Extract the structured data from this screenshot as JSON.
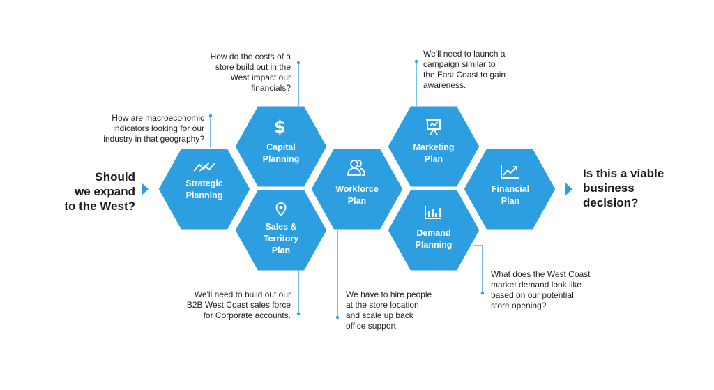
{
  "colors": {
    "hex_fill": "#2d9fe0",
    "accent": "#2d9fe0",
    "text": "#222222"
  },
  "left_question": [
    "Should",
    "we expand",
    "to the West?"
  ],
  "right_question": [
    "Is this a viable",
    "business",
    "decision?"
  ],
  "hexes": {
    "strategic": {
      "lines": [
        "Strategic",
        "Planning"
      ],
      "icon": "trend-icon"
    },
    "capital": {
      "lines": [
        "Capital",
        "Planning"
      ],
      "icon": "dollar-icon"
    },
    "sales": {
      "lines": [
        "Sales &",
        "Territory",
        "Plan"
      ],
      "icon": "location-pin-icon"
    },
    "workforce": {
      "lines": [
        "Workforce",
        "Plan"
      ],
      "icon": "people-icon"
    },
    "marketing": {
      "lines": [
        "Marketing",
        "Plan"
      ],
      "icon": "presentation-board-icon"
    },
    "demand": {
      "lines": [
        "Demand",
        "Planning"
      ],
      "icon": "bar-chart-icon"
    },
    "financial": {
      "lines": [
        "Financial",
        "Plan"
      ],
      "icon": "line-chart-up-icon"
    }
  },
  "notes": {
    "strategic": [
      "How are macroeconomic",
      "indicators looking for our",
      "industry in that geography?"
    ],
    "capital": [
      "How do the costs of a",
      "store build out in the",
      "West impact our",
      "financials?"
    ],
    "marketing": [
      "We'll need to launch a",
      "campaign similar to",
      "the East Coast to gain",
      "awareness."
    ],
    "sales": [
      "We'll need to build out our",
      "B2B West Coast sales force",
      "for Corporate accounts."
    ],
    "workforce": [
      "We have to hire people",
      "at the store location",
      "and scale up back",
      "office support."
    ],
    "demand": [
      "What does the West Coast",
      "market demand look like",
      "based on our potential",
      "store opening?"
    ]
  }
}
